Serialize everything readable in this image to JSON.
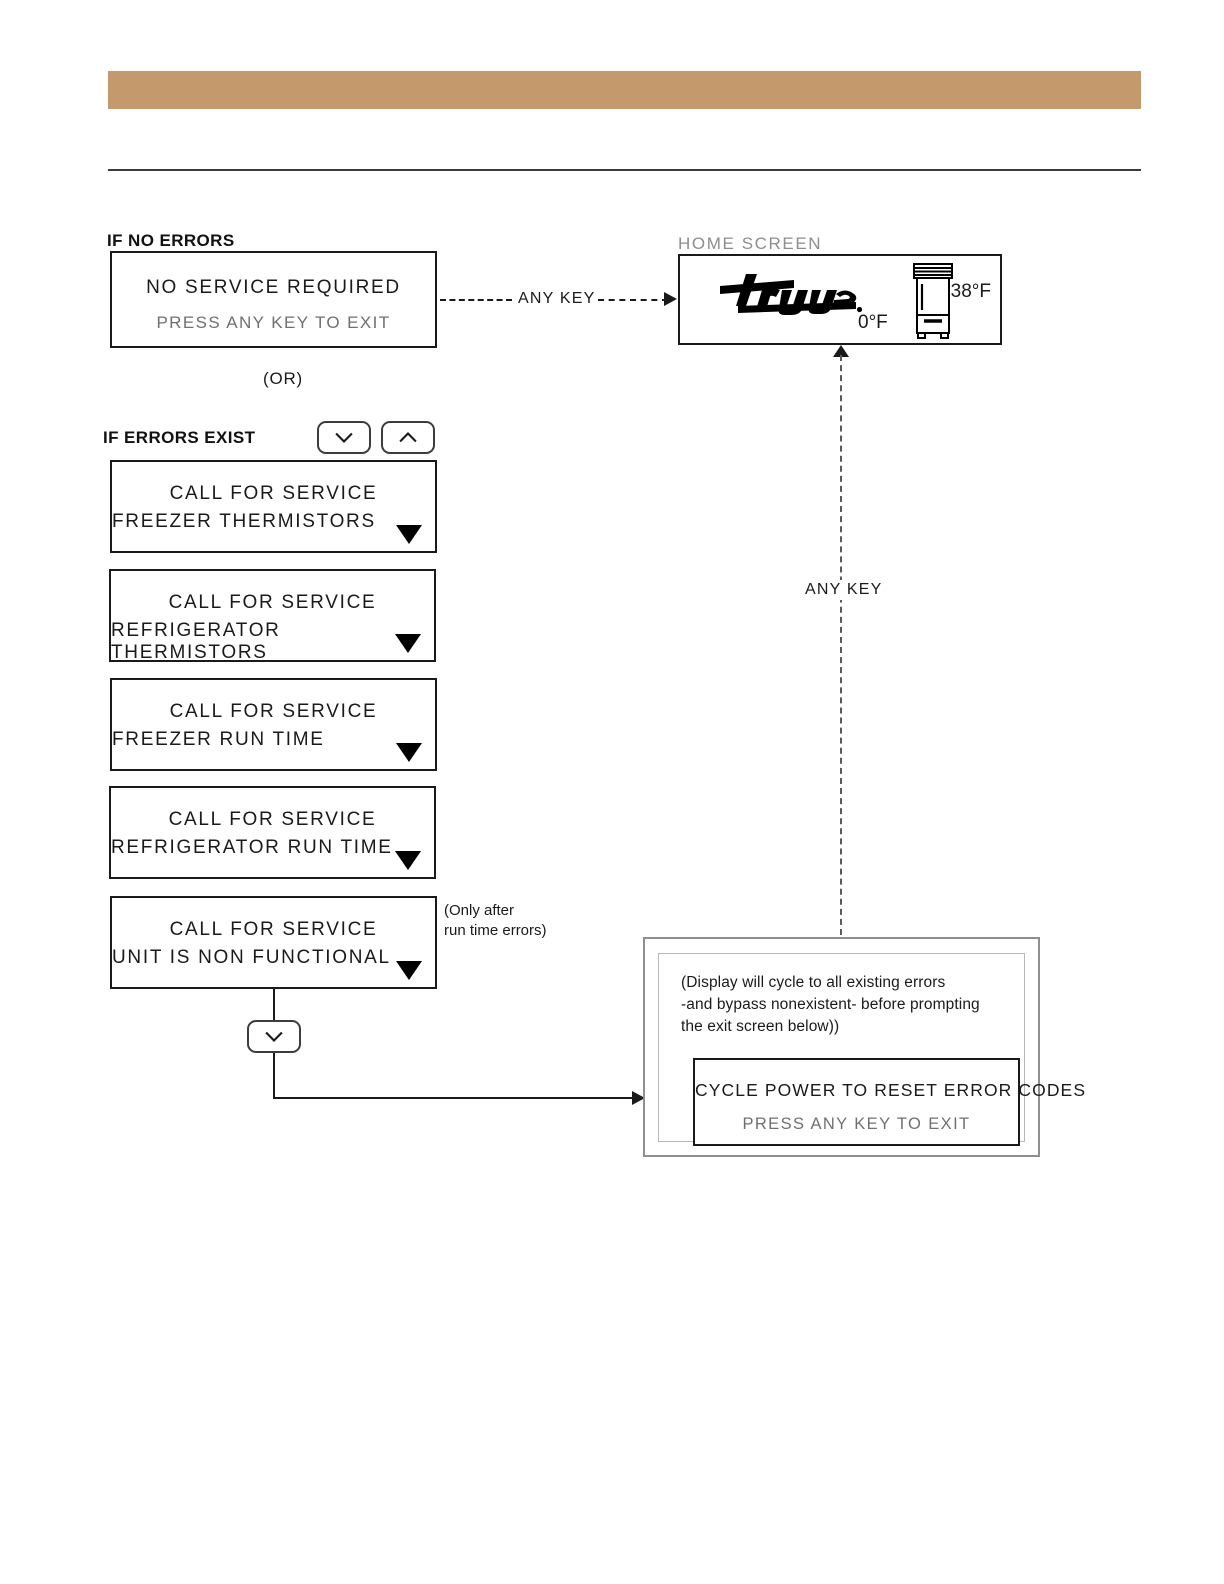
{
  "page": {
    "header_accent_color": "#c49a6c",
    "rule_color": "#3a3a3a"
  },
  "sections": {
    "no_errors_caption": "IF NO ERRORS",
    "errors_caption": "IF ERRORS EXIST",
    "or_label": "(OR)",
    "home_screen_label": "HOME SCREEN"
  },
  "no_service_display": {
    "line1": "NO SERVICE REQUIRED",
    "line2": "PRESS ANY KEY TO EXIT"
  },
  "home_screen": {
    "brand": "true",
    "fridge_temp": "38°F",
    "freezer_temp": "0°F",
    "icon": "refrigerator-icon"
  },
  "keys": {
    "down_label": "down-chevron",
    "up_label": "up-chevron"
  },
  "transitions": {
    "any_key_horizontal": "ANY KEY",
    "any_key_vertical": "ANY KEY"
  },
  "error_displays": [
    {
      "line1": "CALL FOR SERVICE",
      "line2": "FREEZER THERMISTORS"
    },
    {
      "line1": "CALL FOR SERVICE",
      "line2": "REFRIGERATOR THERMISTORS"
    },
    {
      "line1": "CALL FOR SERVICE",
      "line2": "FREEZER RUN TIME"
    },
    {
      "line1": "CALL FOR SERVICE",
      "line2": "REFRIGERATOR RUN TIME"
    },
    {
      "line1": "CALL FOR SERVICE",
      "line2": "UNIT IS NON FUNCTIONAL"
    }
  ],
  "notes": {
    "run_time_note": "(Only after\nrun time errors)",
    "cycle_note": "(Display will cycle to all existing errors\n-and bypass nonexistent- before prompting\nthe exit screen below))"
  },
  "reset_display": {
    "line1": "CYCLE POWER TO RESET ERROR CODES",
    "line2": "PRESS ANY KEY TO EXIT"
  }
}
